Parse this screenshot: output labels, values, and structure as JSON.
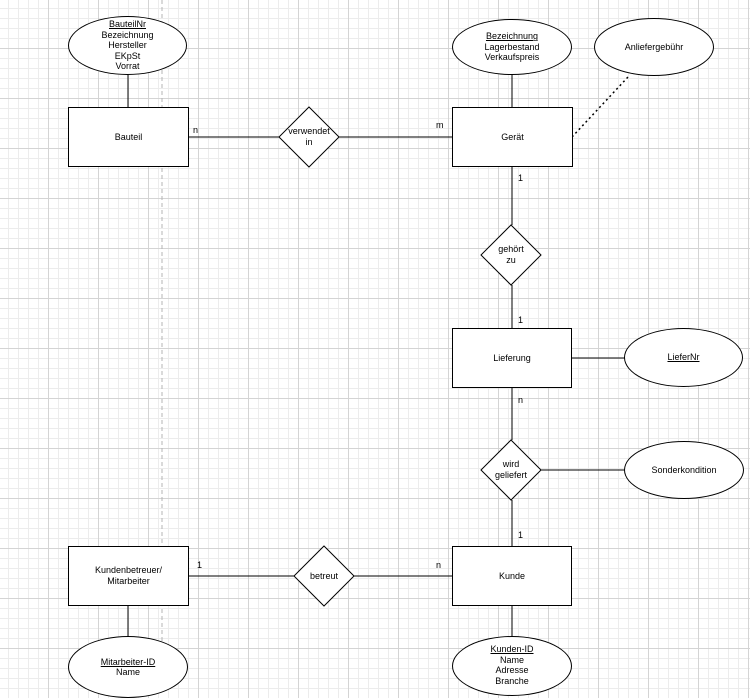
{
  "entities": {
    "bauteil": "Bauteil",
    "geraet": "Gerät",
    "lieferung": "Lieferung",
    "kunde": "Kunde",
    "kundenbetreuer": "Kundenbetreuer/\nMitarbeiter"
  },
  "relationships": {
    "verwendet_in": "verwendet\nin",
    "gehoert_zu": "gehört\nzu",
    "wird_geliefert": "wird\ngeliefert",
    "betreut": "betreut"
  },
  "attributes": {
    "bauteil": {
      "key": "BauteilNr",
      "others": [
        "Bezeichnung",
        "Hersteller",
        "EKpSt",
        "Vorrat"
      ]
    },
    "geraet": {
      "key": "Bezeichnung",
      "others": [
        "Lagerbestand",
        "Verkaufspreis"
      ]
    },
    "anliefergebuehr": "Anliefergebühr",
    "lieferung": {
      "key": "LieferNr"
    },
    "sonderkondition": "Sonderkondition",
    "mitarbeiter": {
      "key": "Mitarbeiter-ID",
      "others": [
        "Name"
      ]
    },
    "kunde": {
      "key": "Kunden-ID",
      "others": [
        "Name",
        "Adresse",
        "Branche"
      ]
    }
  },
  "cardinalities": {
    "bauteil_verwendet": "n",
    "geraet_verwendet": "m",
    "geraet_gehoert": "1",
    "lieferung_gehoert": "1",
    "lieferung_geliefert": "n",
    "kunde_geliefert": "1",
    "betreuer_betreut": "1",
    "kunde_betreut": "n"
  }
}
